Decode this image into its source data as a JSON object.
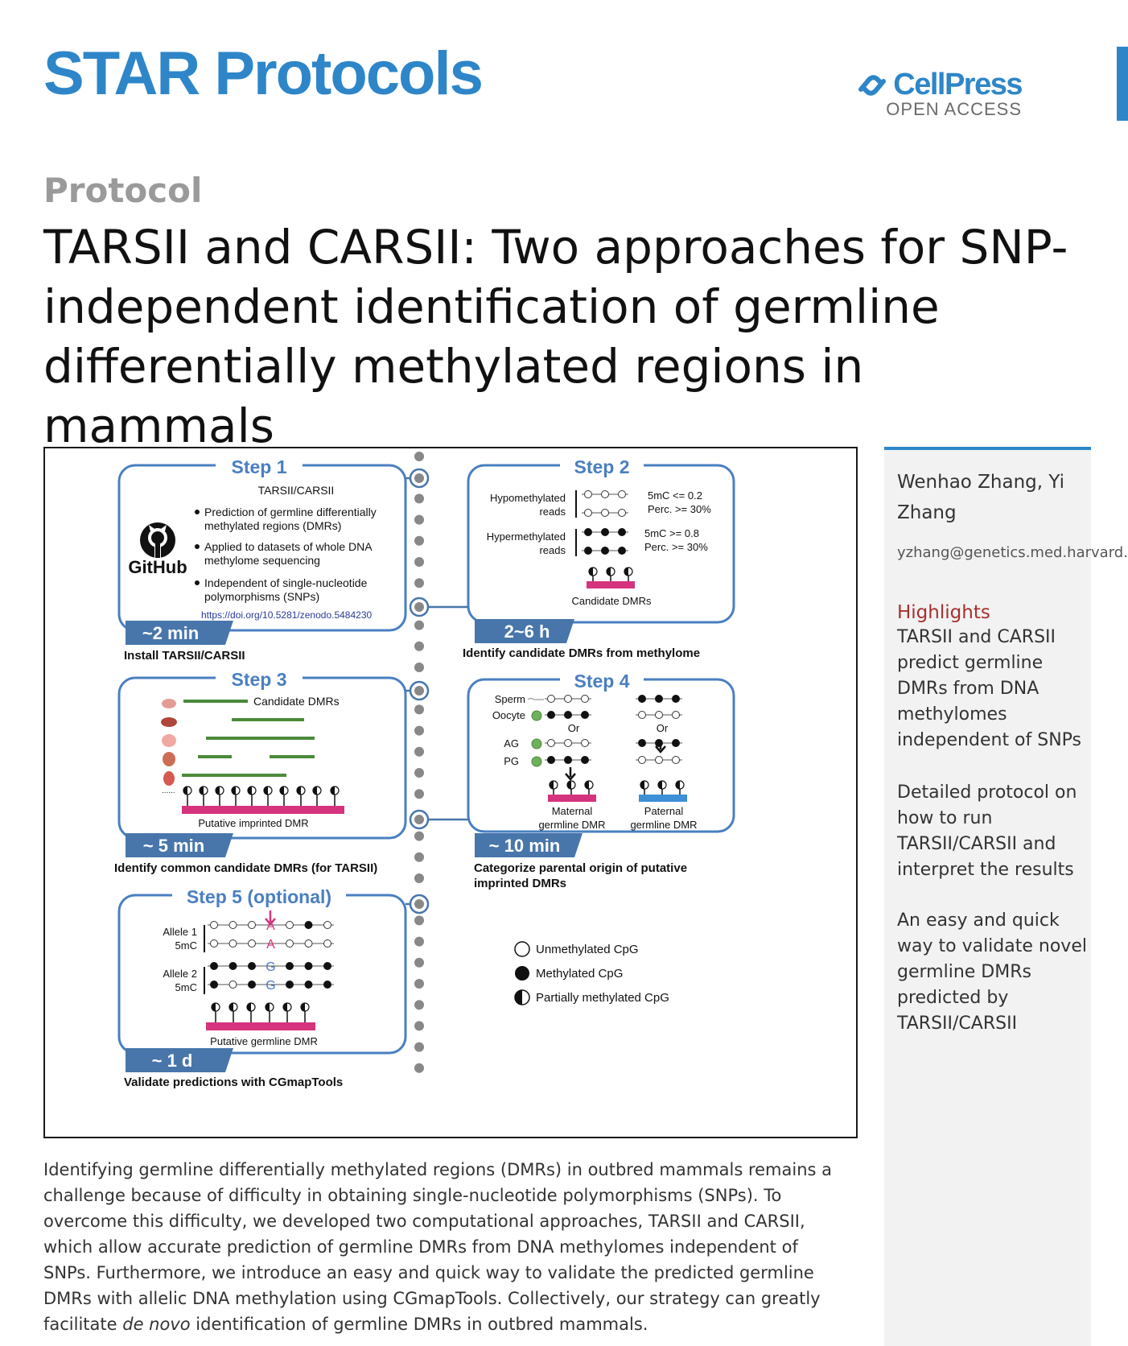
{
  "header": {
    "journal": "STAR Protocols",
    "publisher": "CellPress",
    "access": "OPEN ACCESS"
  },
  "article": {
    "type": "Protocol",
    "title": "TARSII and CARSII: Two approaches for SNP-independent identification of germline differentially methylated regions in mammals"
  },
  "sidebar": {
    "authors": "Wenhao Zhang, Yi Zhang",
    "email": "yzhang@genetics.med.harvard.edu",
    "highlights_title": "Highlights",
    "highlights": [
      "TARSII and CARSII predict germline DMRs from DNA methylomes independent of SNPs",
      "Detailed protocol on how to run TARSII/CARSII and interpret the results",
      "An easy and quick way to validate novel germline DMRs predicted by TARSII/CARSII"
    ]
  },
  "abstract": {
    "part1": "Identifying germline differentially methylated regions (DMRs) in outbred mammals remains a challenge because of difficulty in obtaining single-nucleotide polymorphisms (SNPs). To overcome this difficulty, we developed two computational approaches, TARSII and CARSII, which allow accurate prediction of germline DMRs from DNA methylomes independent of SNPs. Furthermore, we introduce an easy and quick way to validate the predicted germline DMRs with allelic DNA methylation using CGmapTools. Collectively, our strategy can greatly facilitate ",
    "italic": "de novo",
    "part2": " identification of germline DMRs in outbred mammals."
  },
  "figure": {
    "colors": {
      "step_blue": "#4a7fc1",
      "box_border": "#4a7fc1",
      "time_badge": "#4876ab",
      "magenta": "#d6337e",
      "blue_bar": "#3d8fd6",
      "green": "#4b8a3a",
      "timeline_dot": "#888888"
    },
    "step1": {
      "title": "Step 1",
      "tool": "TARSII/CARSII",
      "github": "GitHub",
      "bullets": [
        [
          "Prediction of germline differentially",
          "methylated regions (DMRs)"
        ],
        [
          "Applied to datasets of whole DNA",
          "methylome sequencing"
        ],
        [
          "Independent of single-nucleotide",
          "polymorphisms (SNPs)"
        ]
      ],
      "doi": "https://doi.org/10.5281/zenodo.5484230",
      "time": "~2 min",
      "caption": "Install TARSII/CARSII"
    },
    "step2": {
      "title": "Step 2",
      "hypo_label": [
        "Hypomethylated",
        "reads"
      ],
      "hypo_rule": [
        "5mC <= 0.2",
        "Perc. >= 30%"
      ],
      "hyper_label": [
        "Hypermethylated",
        "reads"
      ],
      "hyper_rule": [
        "5mC >= 0.8",
        "Perc. >= 30%"
      ],
      "dmr_label": "Candidate DMRs",
      "time": "2~6 h",
      "caption": "Identify candidate DMRs from methylome"
    },
    "step3": {
      "title": "Step 3",
      "candidate_label": "Candidate DMRs",
      "ellipsis": "......",
      "dmr_label": "Putative imprinted DMR",
      "time": "~ 5 min",
      "caption": "Identify common candidate DMRs (for TARSII)"
    },
    "step4": {
      "title": "Step 4",
      "samples": [
        "Sperm",
        "Oocyte",
        "AG",
        "PG"
      ],
      "or": "Or",
      "maternal": [
        "Maternal",
        "germline DMR"
      ],
      "paternal": [
        "Paternal",
        "germline DMR"
      ],
      "time": "~ 10 min",
      "caption": [
        "Categorize parental origin of putative",
        "imprinted DMRs"
      ]
    },
    "step5": {
      "title": "Step 5 (optional)",
      "allele1": [
        "Allele 1",
        "5mC"
      ],
      "allele2": [
        "Allele 2",
        "5mC"
      ],
      "snp1": "A",
      "snp2": "G",
      "dmr_label": "Putative germline DMR",
      "time": "~ 1 d",
      "caption": "Validate predictions with CGmapTools"
    },
    "legend": [
      "Unmethylated CpG",
      "Methylated CpG",
      "Partially methylated CpG"
    ]
  }
}
